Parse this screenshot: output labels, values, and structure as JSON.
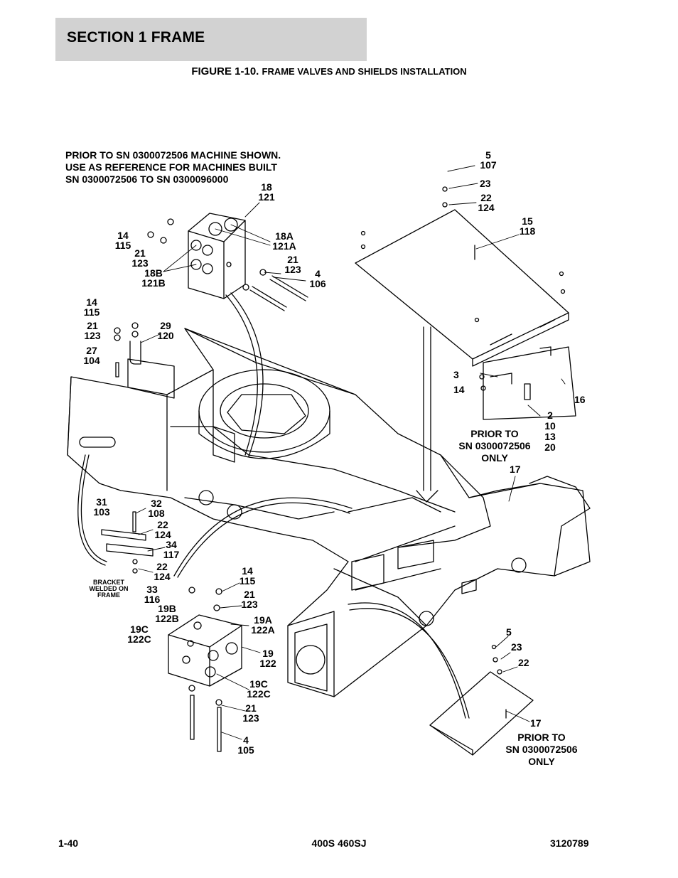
{
  "header": {
    "section_title": "SECTION 1  FRAME",
    "figure_label": "FIGURE 1-10.",
    "figure_title": "FRAME VALVES AND SHIELDS INSTALLATION"
  },
  "notes": {
    "top_left": [
      "PRIOR TO SN 0300072506 MACHINE SHOWN.",
      "USE AS REFERENCE FOR MACHINES BUILT",
      "SN 0300072506 TO SN 0300096000"
    ],
    "prior_mid": [
      "PRIOR TO",
      "SN 0300072506",
      "ONLY"
    ],
    "prior_bottom": [
      "PRIOR TO",
      "SN 0300072506",
      "ONLY"
    ],
    "bracket": [
      "BRACKET",
      "WELDED ON",
      "FRAME"
    ]
  },
  "callouts": {
    "c1": [
      "5",
      "107"
    ],
    "c2": [
      "23"
    ],
    "c3": [
      "22",
      "124"
    ],
    "c4": [
      "15",
      "118"
    ],
    "c5": [
      "18",
      "121"
    ],
    "c6": [
      "14",
      "115"
    ],
    "c7": [
      "18A",
      "121A"
    ],
    "c8": [
      "21",
      "123"
    ],
    "c9": [
      "21",
      "123"
    ],
    "c10": [
      "18B",
      "121B"
    ],
    "c11": [
      "4",
      "106"
    ],
    "c12": [
      "14",
      "115"
    ],
    "c13": [
      "21",
      "123"
    ],
    "c14": [
      "29",
      "120"
    ],
    "c15": [
      "27",
      "104"
    ],
    "c16": [
      "3"
    ],
    "c17": [
      "14"
    ],
    "c18": [
      "16"
    ],
    "c19": [
      "2",
      "10",
      "13",
      "20"
    ],
    "c20": [
      "17"
    ],
    "c21": [
      "31",
      "103"
    ],
    "c22": [
      "32",
      "108"
    ],
    "c23": [
      "22",
      "124"
    ],
    "c24": [
      "34",
      "117"
    ],
    "c25": [
      "22",
      "124"
    ],
    "c26": [
      "33",
      "116"
    ],
    "c27": [
      "14",
      "115"
    ],
    "c28": [
      "21",
      "123"
    ],
    "c29": [
      "19B",
      "122B"
    ],
    "c30": [
      "19C",
      "122C"
    ],
    "c31": [
      "19A",
      "122A"
    ],
    "c32": [
      "19",
      "122"
    ],
    "c33": [
      "19C",
      "122C"
    ],
    "c34": [
      "21",
      "123"
    ],
    "c35": [
      "4",
      "105"
    ],
    "c36": [
      "5"
    ],
    "c37": [
      "23"
    ],
    "c38": [
      "22"
    ],
    "c39": [
      "17"
    ]
  },
  "footer": {
    "page_number": "1-40",
    "model": "400S 460SJ",
    "doc_number": "3120789"
  }
}
